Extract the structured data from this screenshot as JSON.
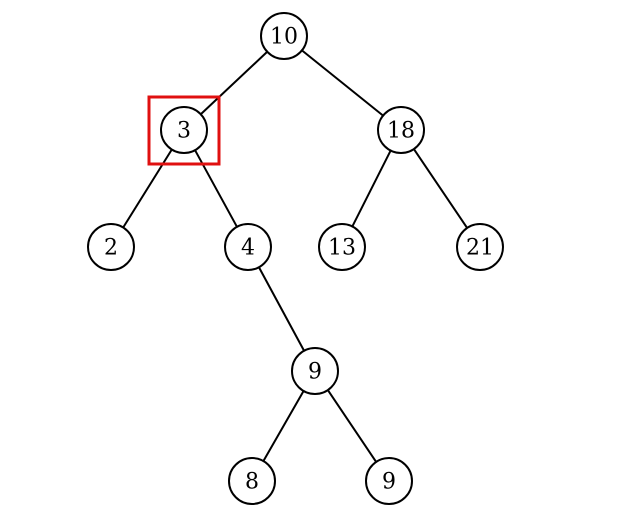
{
  "tree": {
    "highlighted_node": "n3",
    "highlight_color": "#e01010",
    "nodes": [
      {
        "id": "n10",
        "label": "10"
      },
      {
        "id": "n3",
        "label": "3"
      },
      {
        "id": "n18",
        "label": "18"
      },
      {
        "id": "n2",
        "label": "2"
      },
      {
        "id": "n4",
        "label": "4"
      },
      {
        "id": "n13",
        "label": "13"
      },
      {
        "id": "n21",
        "label": "21"
      },
      {
        "id": "n9a",
        "label": "9"
      },
      {
        "id": "n8",
        "label": "8"
      },
      {
        "id": "n9b",
        "label": "9"
      }
    ],
    "edges": [
      {
        "from": "n10",
        "to": "n3"
      },
      {
        "from": "n10",
        "to": "n18"
      },
      {
        "from": "n3",
        "to": "n2"
      },
      {
        "from": "n3",
        "to": "n4"
      },
      {
        "from": "n18",
        "to": "n13"
      },
      {
        "from": "n18",
        "to": "n21"
      },
      {
        "from": "n4",
        "to": "n9a"
      },
      {
        "from": "n9a",
        "to": "n8"
      },
      {
        "from": "n9a",
        "to": "n9b"
      }
    ]
  }
}
